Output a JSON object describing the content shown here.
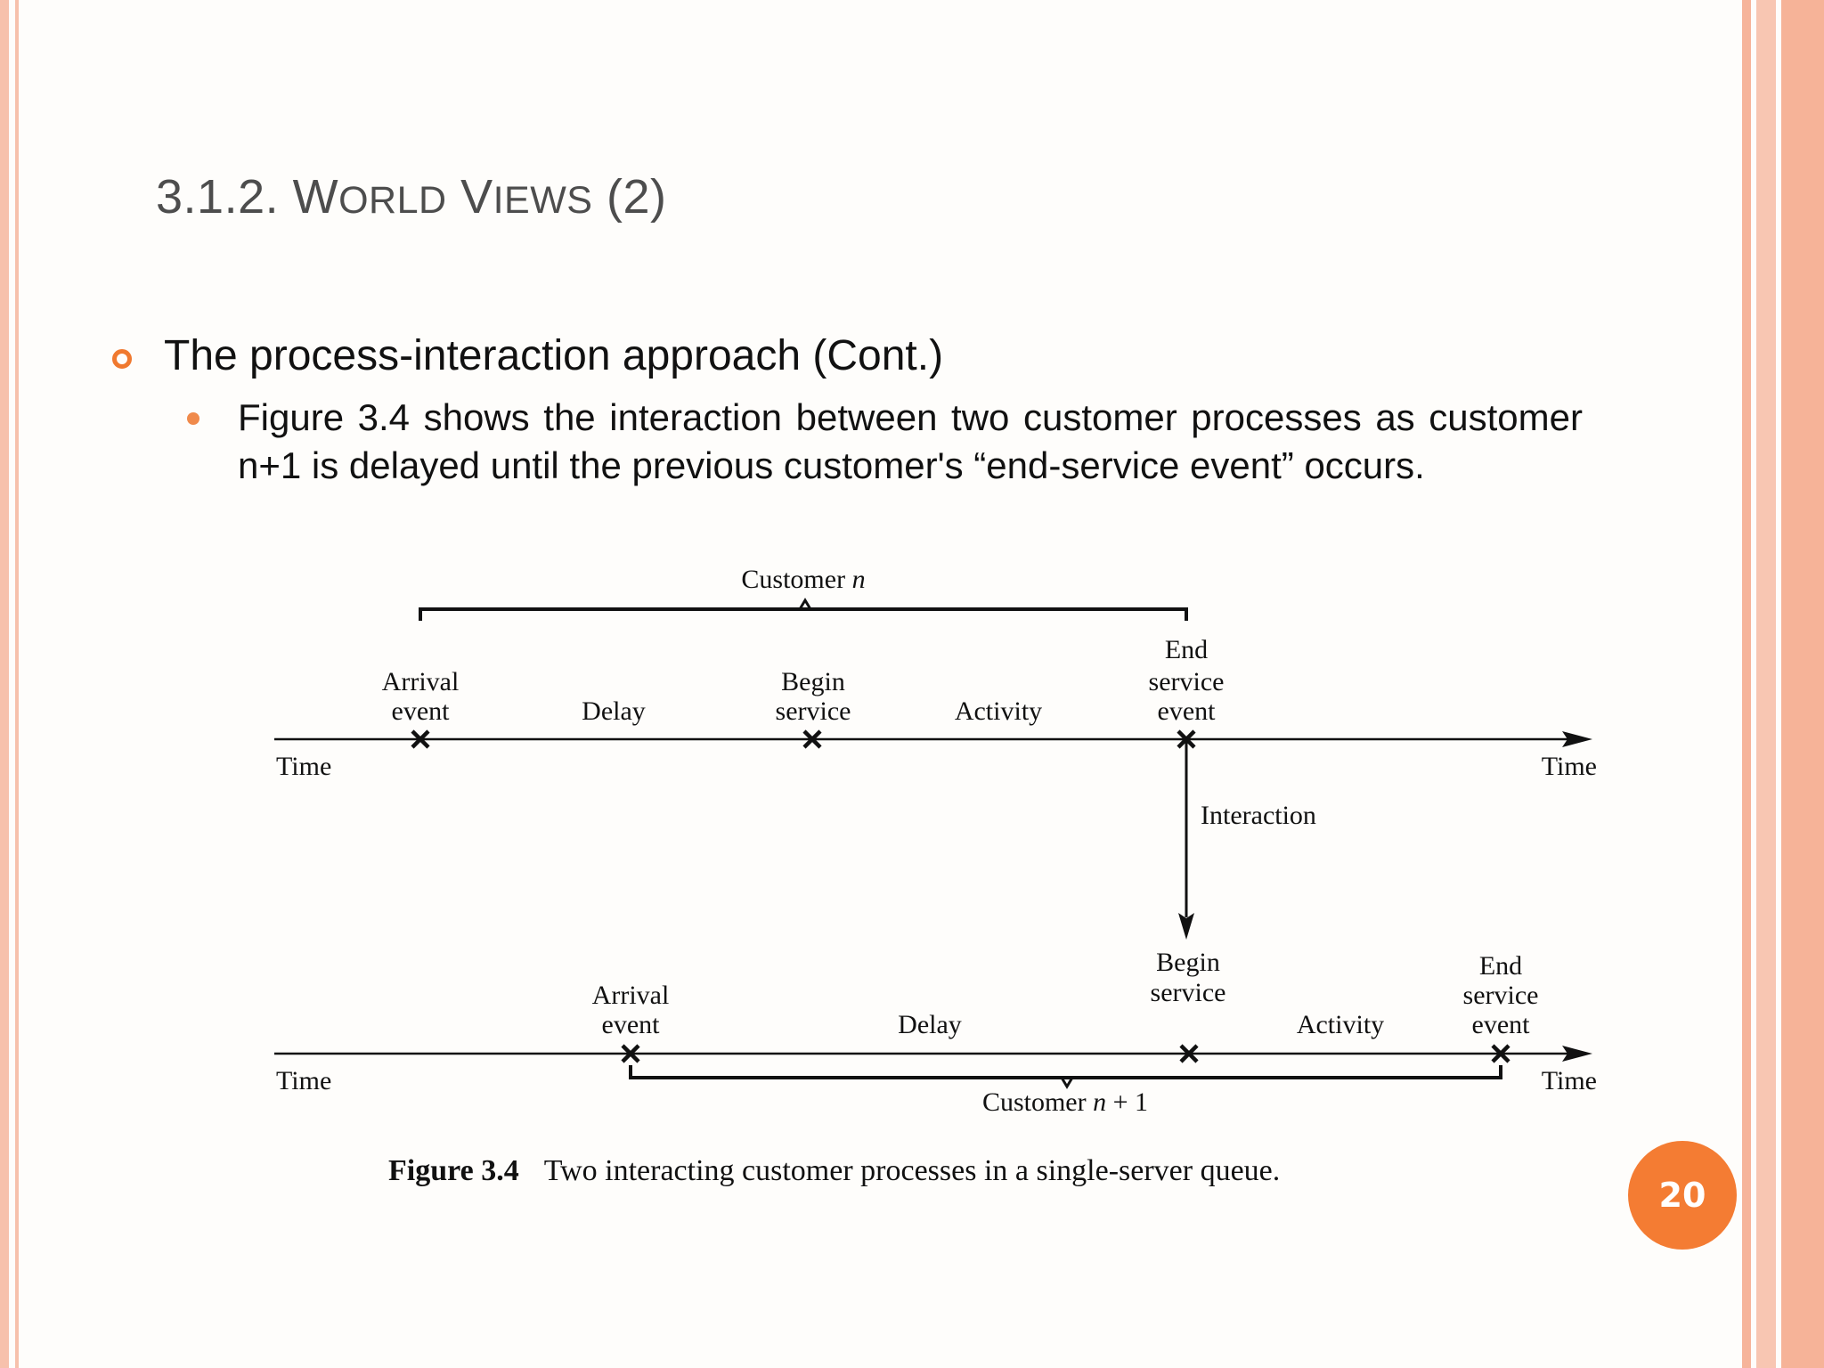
{
  "slide": {
    "title_prefix": "3.1.2. ",
    "title_w_cap": "W",
    "title_w_rest": "ORLD",
    "title_v_cap": "V",
    "title_v_rest": "IEWS",
    "title_suffix": " (2)",
    "bullet1": "The process-interaction approach (Cont.)",
    "bullet2": "Figure 3.4 shows the interaction between two customer processes as customer n+1 is delayed until the previous customer's “end-service event” occurs.",
    "page_number": "20"
  },
  "figure": {
    "customer_n_label": "Customer ",
    "customer_n_var": "n",
    "customer_n1_label": "Customer ",
    "customer_n1_var": "n",
    "customer_n1_suffix": " + 1",
    "time": "Time",
    "arrival": "Arrival",
    "event": "event",
    "delay": "Delay",
    "begin": "Begin",
    "service": "service",
    "activity": "Activity",
    "end": "End",
    "interaction": "Interaction",
    "caption_bold": "Figure 3.4",
    "caption": "Two interacting customer processes in a single-server queue."
  },
  "colors": {
    "accent": "#f47c33",
    "title": "#4d4d4d",
    "border": "#f7c1ac"
  }
}
